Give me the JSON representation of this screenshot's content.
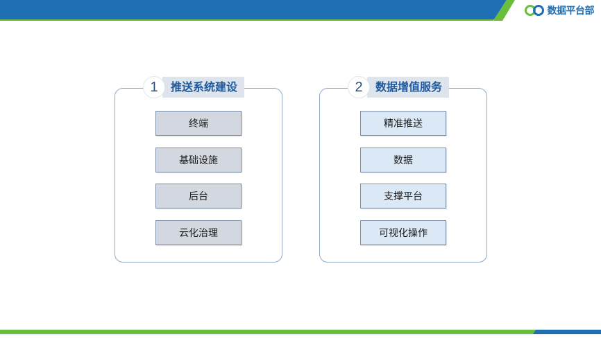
{
  "header": {
    "logo_text": "数据平台部"
  },
  "colors": {
    "accent_blue": "#1f6fb5",
    "accent_green": "#6abf3a",
    "panel_border": "#8ea9c8"
  },
  "panels": [
    {
      "number": "1",
      "title": "推送系统建设",
      "items": [
        "终端",
        "基础设施",
        "后台",
        "云化治理"
      ]
    },
    {
      "number": "2",
      "title": "数据增值服务",
      "items": [
        "精准推送",
        "数据",
        "支撑平台",
        "可视化操作"
      ]
    }
  ]
}
